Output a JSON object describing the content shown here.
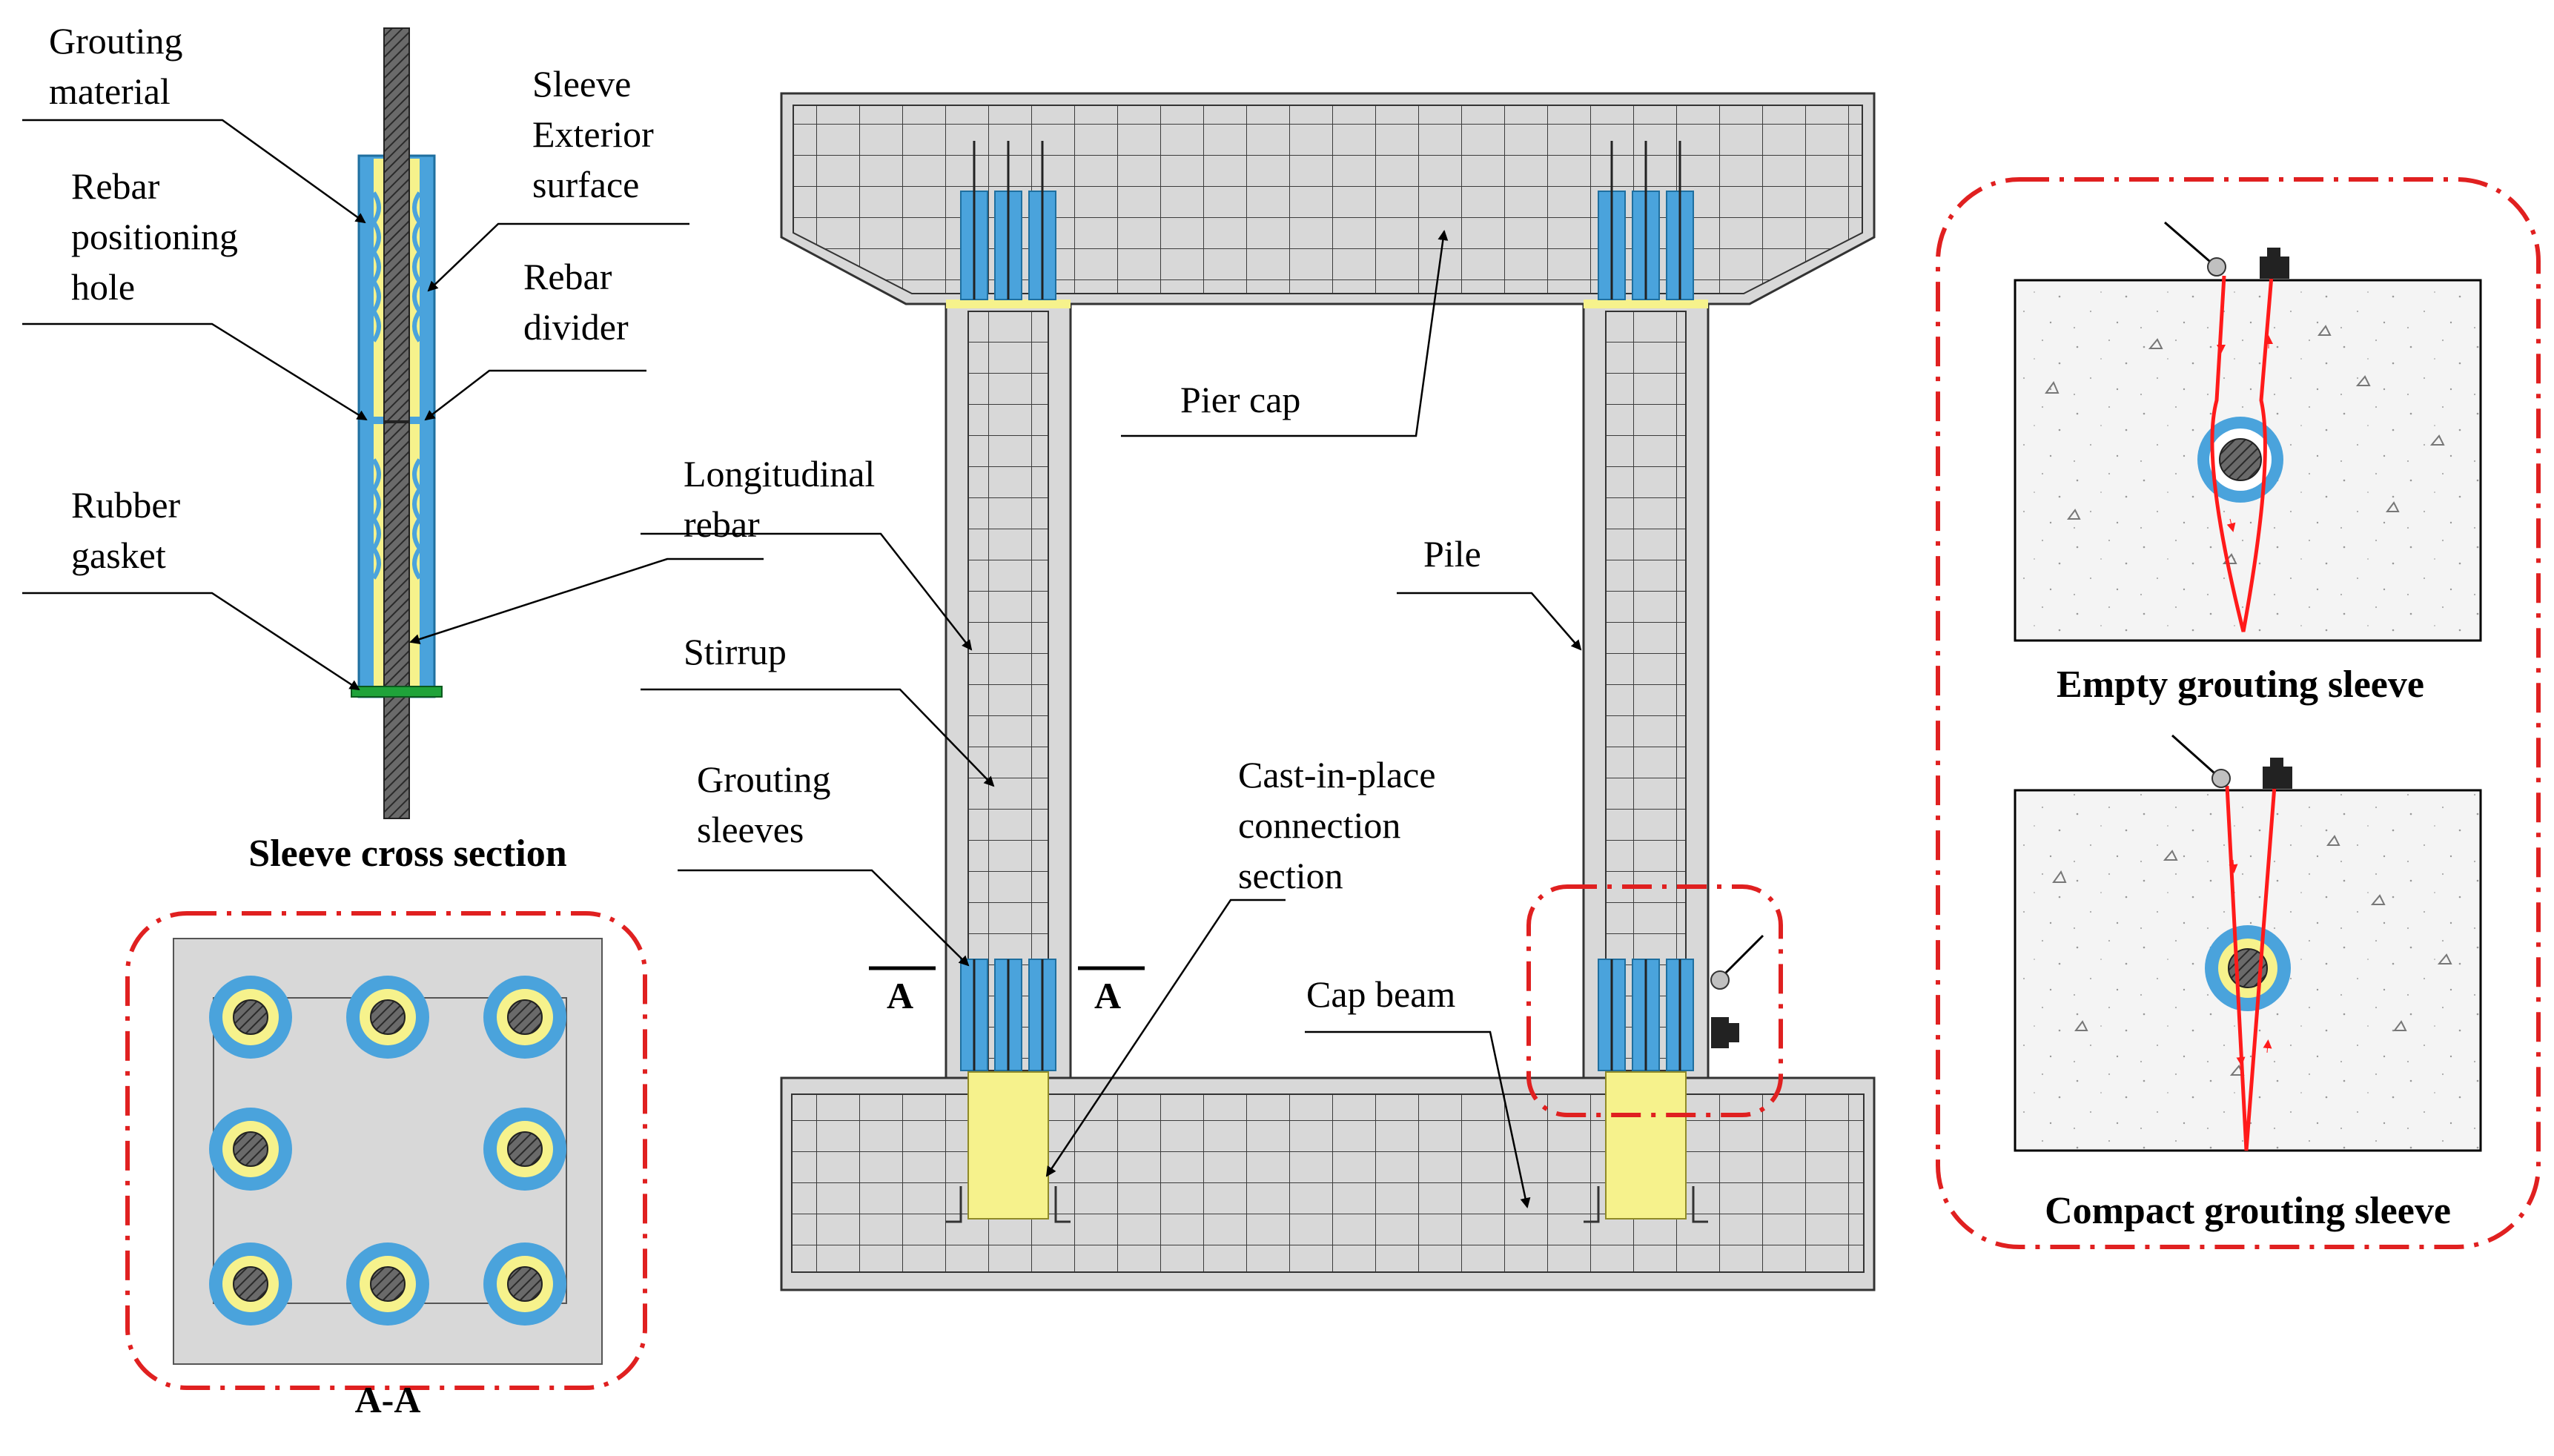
{
  "colors": {
    "concrete": "#d8d8d8",
    "grid_line": "#3c3c3c",
    "sleeve_blue": "#4aa3dc",
    "grout_yellow": "#f6f28c",
    "gasket_green": "#1fa33a",
    "rebar_dark": "#505050",
    "callout_red": "#e02020",
    "ray_red": "#ff1a1a"
  },
  "labels": {
    "grouting_material": [
      "Grouting",
      "material"
    ],
    "sleeve_exterior": [
      "Sleeve",
      "Exterior",
      "surface"
    ],
    "rebar_positioning_hole": [
      "Rebar",
      "positioning",
      "hole"
    ],
    "rebar_divider": [
      "Rebar",
      "divider"
    ],
    "rubber_gasket": [
      "Rubber",
      "gasket"
    ],
    "longitudinal_rebar": [
      "Longitudinal",
      "rebar"
    ],
    "stirrup": [
      "Stirrup"
    ],
    "grouting_sleeves": [
      "Grouting",
      "sleeves"
    ],
    "cast_in_place": [
      "Cast-in-place",
      "connection",
      "section"
    ],
    "pier_cap": "Pier cap",
    "pile": "Pile",
    "cap_beam": "Cap beam",
    "section_mark": "A"
  },
  "captions": {
    "sleeve_cross_section": "Sleeve cross section",
    "section_aa": "A-A",
    "empty_sleeve": "Empty grouting sleeve",
    "compact_sleeve": "Compact grouting sleeve"
  },
  "icons": [
    "sensor-transducer-icon",
    "receiver-probe-icon",
    "aggregate-speckle-icon"
  ]
}
